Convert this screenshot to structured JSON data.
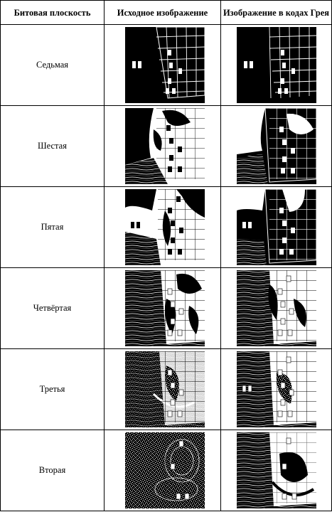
{
  "headers": {
    "bitplane": "Битовая плоскость",
    "original": "Исходное изображение",
    "gray": "Изображение в кодах Грея"
  },
  "rows": [
    {
      "label": "Седьмая",
      "original_image": "chessboard-bitplane-7-original",
      "gray_image": "chessboard-bitplane-7-gray"
    },
    {
      "label": "Шестая",
      "original_image": "chessboard-bitplane-6-original",
      "gray_image": "chessboard-bitplane-6-gray"
    },
    {
      "label": "Пятая",
      "original_image": "chessboard-bitplane-5-original",
      "gray_image": "chessboard-bitplane-5-gray"
    },
    {
      "label": "Четвёртая",
      "original_image": "chessboard-bitplane-4-original",
      "gray_image": "chessboard-bitplane-4-gray"
    },
    {
      "label": "Третья",
      "original_image": "chessboard-bitplane-3-original",
      "gray_image": "chessboard-bitplane-3-gray"
    },
    {
      "label": "Вторая",
      "original_image": "chessboard-bitplane-2-original",
      "gray_image": "chessboard-bitplane-2-gray"
    }
  ]
}
